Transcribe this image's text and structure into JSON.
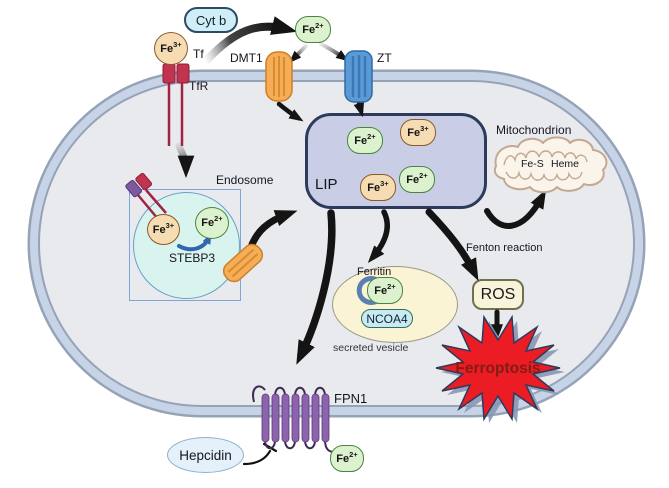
{
  "membrane_proteins": {
    "dmt1": "DMT1",
    "zt": "ZT",
    "tf": "Tf",
    "tfr": "TfR",
    "fpn1": "FPN1"
  },
  "molecules": {
    "cyt_b": "Cyt b",
    "stebp3": "STEBP3",
    "hepcidin": "Hepcidin",
    "ros": "ROS",
    "ferritin": "Ferritin",
    "ncoa4": "NCOA4"
  },
  "organelles": {
    "endosome": "Endosome",
    "lip": "LIP",
    "mitochondrion": "Mitochondrion",
    "secreted_vesicle": "secreted vesicle"
  },
  "mito_contents": {
    "fe_s": "Fe-S",
    "heme": "Heme"
  },
  "processes": {
    "fenton_reaction": "Fenton reaction",
    "ferroptosis": "Ferroptosis"
  },
  "ions": {
    "fe2": {
      "base": "Fe",
      "sup": "2+"
    },
    "fe3": {
      "base": "Fe",
      "sup": "3+"
    }
  },
  "colors": {
    "cell_fill": "#e9eaee",
    "membrane_band": "#c7d3e7",
    "membrane_line": "#96a2b6",
    "lip_fill": "#c9cee6",
    "lip_border": "#2e3a5c",
    "fe2_fill": "#dcf2cf",
    "fe2_border": "#4a8540",
    "fe3_fill": "#f6dcb2",
    "fe3_border": "#8a5a28",
    "endosome_fill": "#d9f3ef",
    "vesicle_fill": "#faf3d4",
    "ros_fill": "#f8f3db",
    "mito_fill": "#fbf4ea",
    "dmt1_orange": "#f5ad57",
    "zt_blue": "#5b9bd5",
    "fpn1_purple": "#8d63ad",
    "tfr_red": "#c23350",
    "ferroptosis_red": "#ec1c24",
    "ferroptosis_text": "#801d15",
    "cytb_fill": "#cfeef7",
    "ncoa4_fill": "#c9e9f3",
    "hepcidin_fill": "#e4f1fa",
    "arrow_black": "#141414",
    "stebp3_arrow_blue": "#2f66ad"
  }
}
